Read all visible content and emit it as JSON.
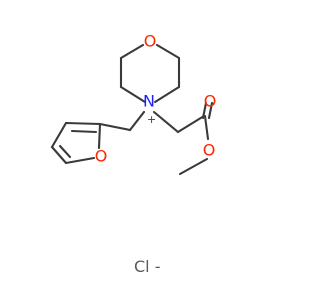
{
  "diagram": {
    "atom_labels": {
      "morpholine_oxygen": "O",
      "nitrogen": "N",
      "nitrogen_charge": "+",
      "carbonyl_oxygen": "O",
      "ester_oxygen": "O",
      "furan_oxygen": "O"
    },
    "counterion": "Cl -",
    "colors": {
      "bond": "#3a3a3a",
      "oxygen": "#ff2600",
      "nitrogen": "#1f1fff",
      "chloride": "#5b5b5b"
    }
  }
}
